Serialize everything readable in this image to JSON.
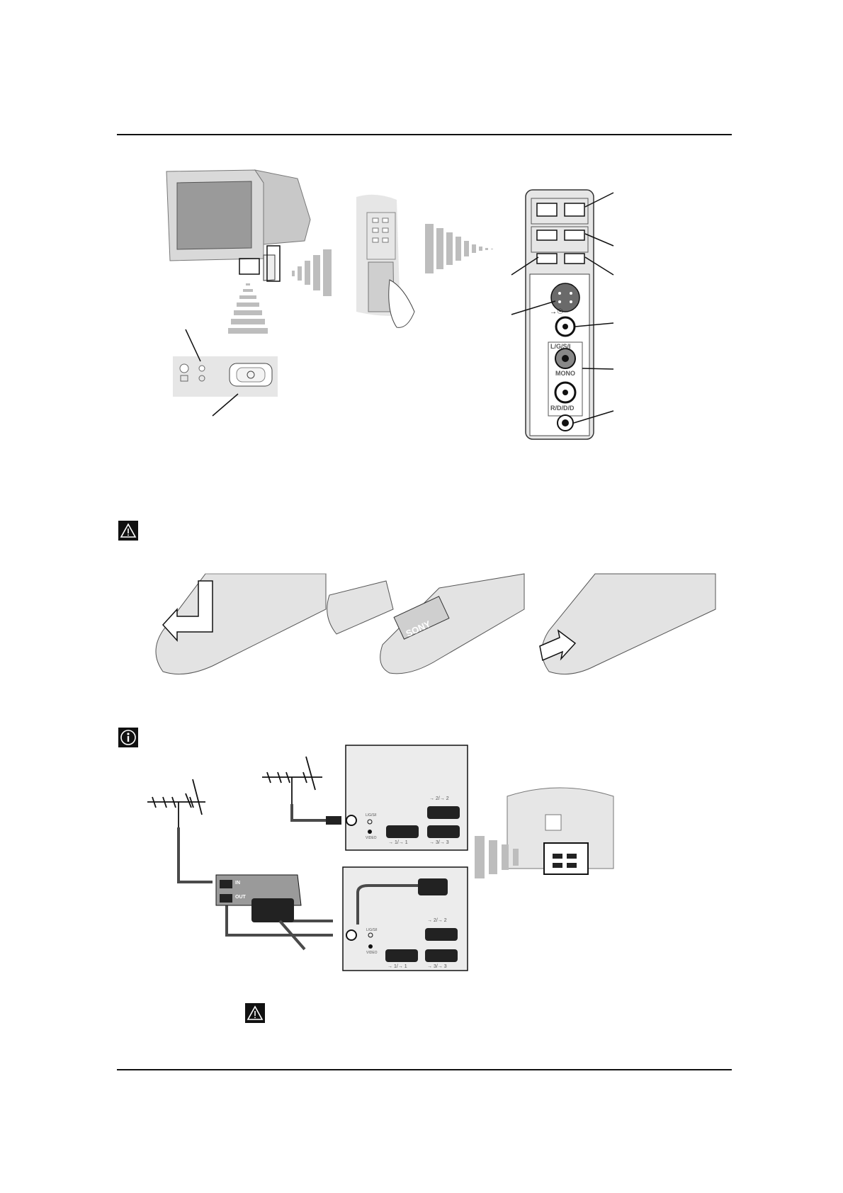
{
  "panel": {
    "video_in_label": "→☉",
    "audio_left_label": "L/G/S/I",
    "mono_label": "MONO",
    "audio_right_label": "R/D/D/D"
  },
  "remote_battery": {
    "battery_text": "SONY"
  },
  "connection": {
    "vcr_in_label": "IN",
    "vcr_out_label": "OUT",
    "top_panel": {
      "scart2_label": "→ 2/→ 2",
      "scart1_label": "→ 1/→ 1",
      "scart3_label": "→ 3/→ 3",
      "audio_l_label": "L/G/S/I",
      "video_label": "VIDEO"
    },
    "bottom_panel": {
      "scart2_label": "→ 2/→ 2",
      "scart1_label": "→ 1/→ 1",
      "scart3_label": "→ 3/→ 3",
      "audio_l_label": "L/G/S/I",
      "video_label": "VIDEO"
    }
  },
  "colors": {
    "line": "#111111",
    "grey_light": "#e6e6e6",
    "grey_mid": "#bdbdbd",
    "grey_dark": "#555555",
    "cable": "#4a4a4a"
  },
  "icons": {
    "warning": "warning-triangle-icon",
    "info": "info-icon"
  }
}
